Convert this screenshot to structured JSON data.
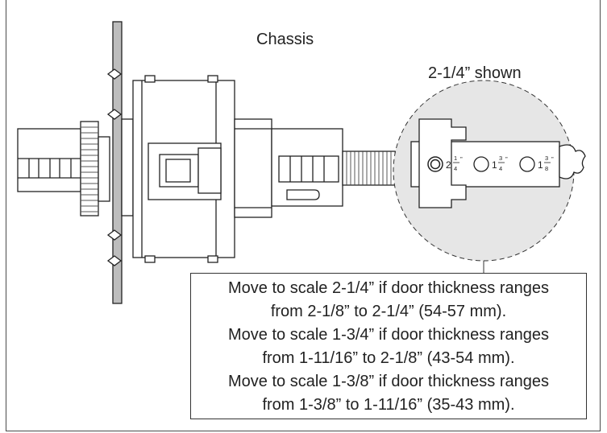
{
  "diagram": {
    "chassis_label": "Chassis",
    "shown_label": "2-1/4” shown",
    "scale_marks": [
      {
        "whole": "2",
        "num": "1",
        "den": "4"
      },
      {
        "whole": "1",
        "num": "3",
        "den": "4"
      },
      {
        "whole": "1",
        "num": "3",
        "den": "8"
      }
    ],
    "inch_mark": "”",
    "notes": [
      "Move to scale 2-1/4” if door thickness ranges",
      "from 2-1/8” to 2-1/4” (54-57 mm).",
      "Move to scale 1-3/4” if door thickness ranges",
      "from 1-11/16” to 2-1/8” (43-54 mm).",
      "Move to scale 1-3/8” if door thickness ranges",
      "from 1-3/8” to 1-11/16” (35-43 mm)."
    ]
  }
}
